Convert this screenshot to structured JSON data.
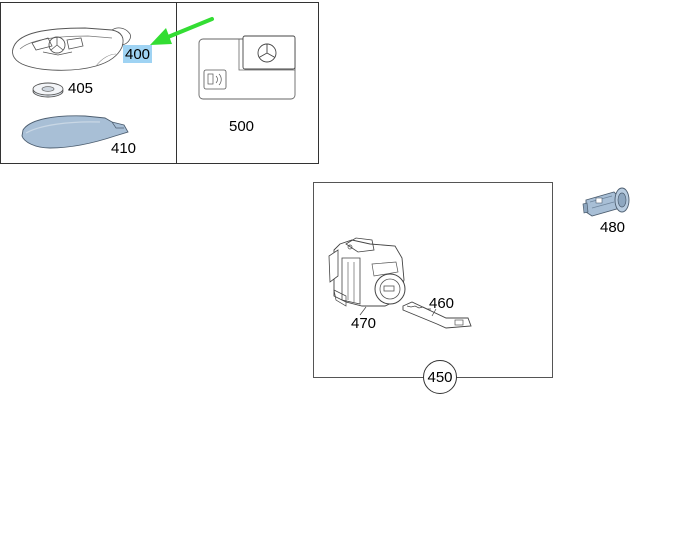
{
  "parts": {
    "key_fob": "400",
    "battery": "405",
    "key_shell": "410",
    "card": "500",
    "lock_cylinder": "480",
    "lock_group": "450",
    "key_blade": "460",
    "ignition_switch": "470"
  },
  "colors": {
    "highlight": "#9fd3f3",
    "arrow": "#33dd33",
    "part_fill": "#a8bfd6",
    "line": "#333333"
  }
}
